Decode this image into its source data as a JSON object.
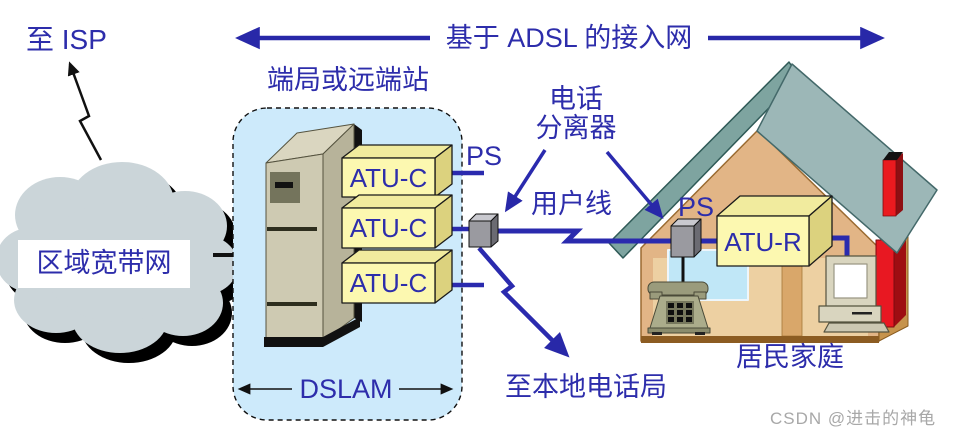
{
  "top_arrow": {
    "label": "基于 ADSL 的接入网"
  },
  "isp": {
    "label": "至 ISP"
  },
  "cloud": {
    "label": "区域宽带网"
  },
  "central_office": {
    "label": "端局或远端站",
    "dslam_label": "DSLAM",
    "ps_label": "PS",
    "atuc_units": [
      {
        "label": "ATU-C"
      },
      {
        "label": "ATU-C"
      },
      {
        "label": "ATU-C"
      }
    ]
  },
  "splitter_callout": {
    "line1": "电话",
    "line2": "分离器"
  },
  "subscriber_line": {
    "label": "用户线"
  },
  "phone_office": {
    "label": "至本地电话局"
  },
  "home": {
    "label": "居民家庭",
    "ps_label": "PS",
    "atur_label": "ATU-R"
  },
  "watermark": {
    "label": "CSDN @进击的神龟"
  },
  "colors": {
    "diagram_blue": "#2d2dab",
    "line_blue": "#2a2aae",
    "dslam_region_fill": "#cdeafb",
    "atu_yellow": "#fcf8b0",
    "cabinet_beige": "#cecab2",
    "cloud_gray": "#cbd5d9",
    "roof_teal": "#9cb7b7",
    "house_tan": "#e2b586",
    "door_red": "#e81822",
    "splitter_gray": "#9a9aa0",
    "watermark_gray": "#a8a8a8"
  }
}
